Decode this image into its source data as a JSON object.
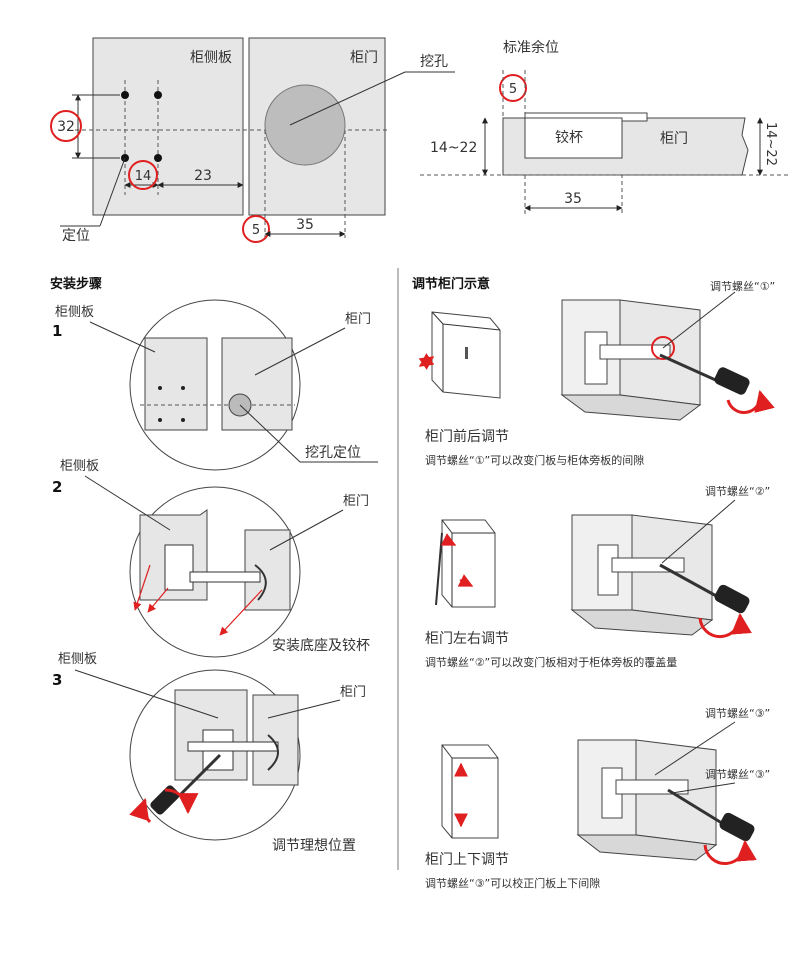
{
  "top": {
    "cabinet_side_label": "柜侧板",
    "door_label": "柜门",
    "hole_label": "挖孔",
    "position_label": "定位",
    "dim_32": "32",
    "dim_14": "14",
    "dim_23": "23",
    "dim_5_bottom": "5",
    "dim_35_bottom": "35",
    "standard_margin_label": "标准余位",
    "dim_5_right": "5",
    "hinge_cup_label": "铰杯",
    "door_label_right": "柜门",
    "dim_14_22_left": "14~22",
    "dim_14_22_right": "14~22",
    "dim_35_right": "35"
  },
  "install": {
    "title": "安装步骤",
    "step1": {
      "num": "1",
      "side_label": "柜侧板",
      "door_label": "柜门",
      "caption": "挖孔定位"
    },
    "step2": {
      "num": "2",
      "side_label": "柜侧板",
      "door_label": "柜门",
      "caption": "安装底座及铰杯"
    },
    "step3": {
      "num": "3",
      "side_label": "柜侧板",
      "door_label": "柜门",
      "caption": "调节理想位置"
    }
  },
  "adjust": {
    "title": "调节柜门示意",
    "a1": {
      "screw_label": "调节螺丝“①”",
      "title": "柜门前后调节",
      "desc": "调节螺丝“①”可以改变门板与柜体旁板的间隙"
    },
    "a2": {
      "screw_label": "调节螺丝“②”",
      "title": "柜门左右调节",
      "desc": "调节螺丝“②”可以改变门板相对于柜体旁板的覆盖量"
    },
    "a3": {
      "screw_label_1": "调节螺丝“③”",
      "screw_label_2": "调节螺丝“③”",
      "title": "柜门上下调节",
      "desc": "调节螺丝“③”可以校正门板上下间隙"
    }
  }
}
